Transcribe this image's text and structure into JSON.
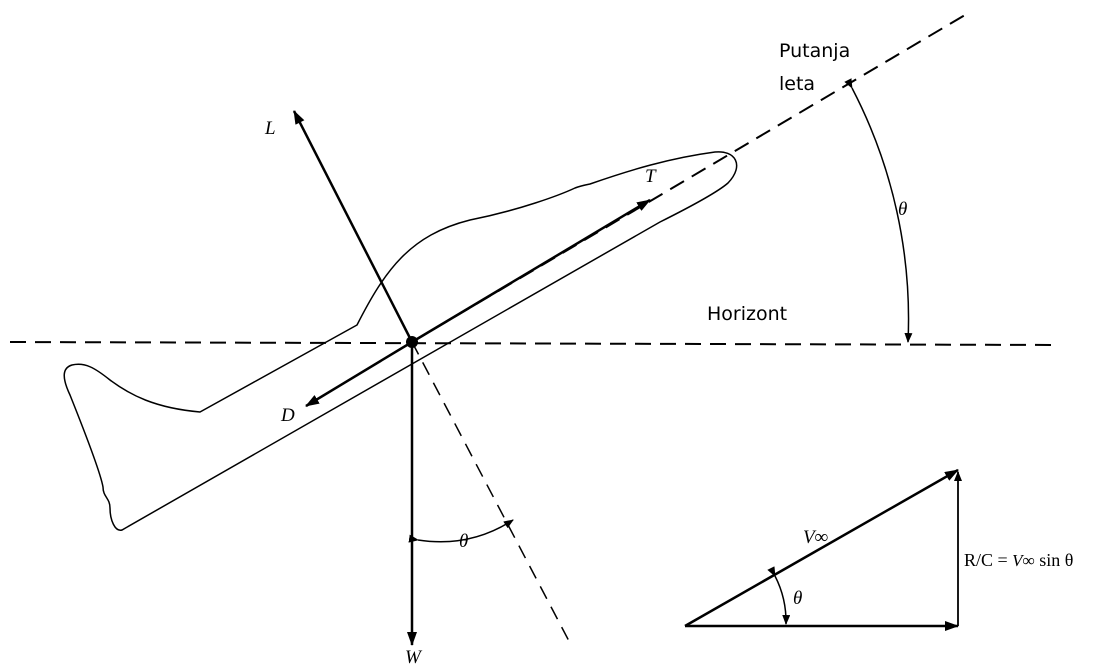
{
  "labels": {
    "flight_path": [
      "Putanja",
      "leta"
    ],
    "horizon": "Horizont",
    "lift": "L",
    "thrust": "T",
    "drag": "D",
    "weight": "W",
    "theta_top": "θ",
    "theta_bottom": "θ",
    "theta_triangle": "θ",
    "velocity": "V∞",
    "rate_of_climb": "R/C = ",
    "rate_of_climb_v": "V∞",
    "rate_of_climb_tail": " sin θ"
  },
  "colors": {
    "ink": "#000000",
    "background": "#ffffff"
  }
}
